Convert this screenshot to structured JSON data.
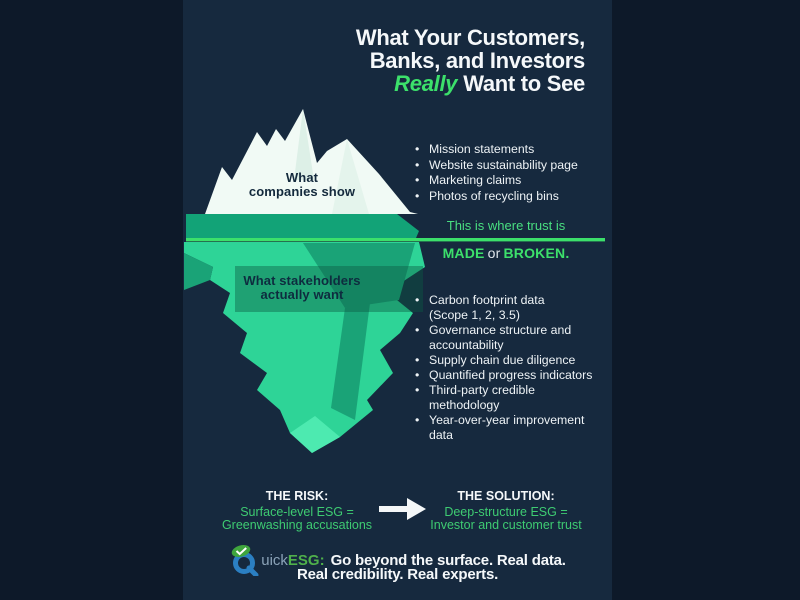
{
  "title": {
    "line1": "What Your Customers,",
    "line2": "Banks, and Investors",
    "line3_accent": "Really",
    "line3_rest": "Want to See"
  },
  "iceberg": {
    "above_label_line1": "What",
    "above_label_line2": "companies show",
    "below_label_line1": "What stakeholders",
    "below_label_line2": "actually want"
  },
  "surface_list": {
    "items": [
      "Mission statements",
      "Website sustainability page",
      "Marketing claims",
      "Photos of recycling bins"
    ]
  },
  "trust": {
    "intro": "This is where trust is",
    "made": "MADE",
    "or": "or",
    "broken": "BROKEN."
  },
  "deep_list": {
    "items": [
      [
        "Carbon footprint data",
        "(Scope 1, 2, 3.5)"
      ],
      [
        "Governance structure and",
        "accountability"
      ],
      [
        "Supply chain due diligence"
      ],
      [
        "Quantified progress indicators"
      ],
      [
        "Third-party credible",
        "methodology"
      ],
      [
        "Year-over-year improvement",
        "data"
      ]
    ]
  },
  "risk": {
    "heading": "THE RISK:",
    "line1": "Surface-level ESG =",
    "line2": "Greenwashing accusations"
  },
  "solution": {
    "heading": "THE SOLUTION:",
    "line1": "Deep-structure ESG =",
    "line2": "Investor and customer trust"
  },
  "footer": {
    "brand_uick": "uick",
    "brand_esg": "ESG",
    "colon": ":",
    "tagline_line1": "Go beyond the surface. Real data.",
    "tagline_line2": "Real credibility. Real experts."
  },
  "colors": {
    "outer_background": "#0d1929",
    "panel_background": "#16293e",
    "accent_green": "#3ce06b",
    "soft_green_text": "#3ecb72",
    "waterline_band": "#12a377",
    "iceberg_above": "#f1faf5",
    "iceberg_below": "#2ed497",
    "iceberg_below_shade": "#1aa377",
    "iceberg_below_highlight": "#4deab0",
    "logo_blue": "#2b7fc2",
    "logo_leaf_green": "#3fa53d",
    "brand_text_gray": "#8ba3b8",
    "brand_text_green": "#4fb04b"
  }
}
